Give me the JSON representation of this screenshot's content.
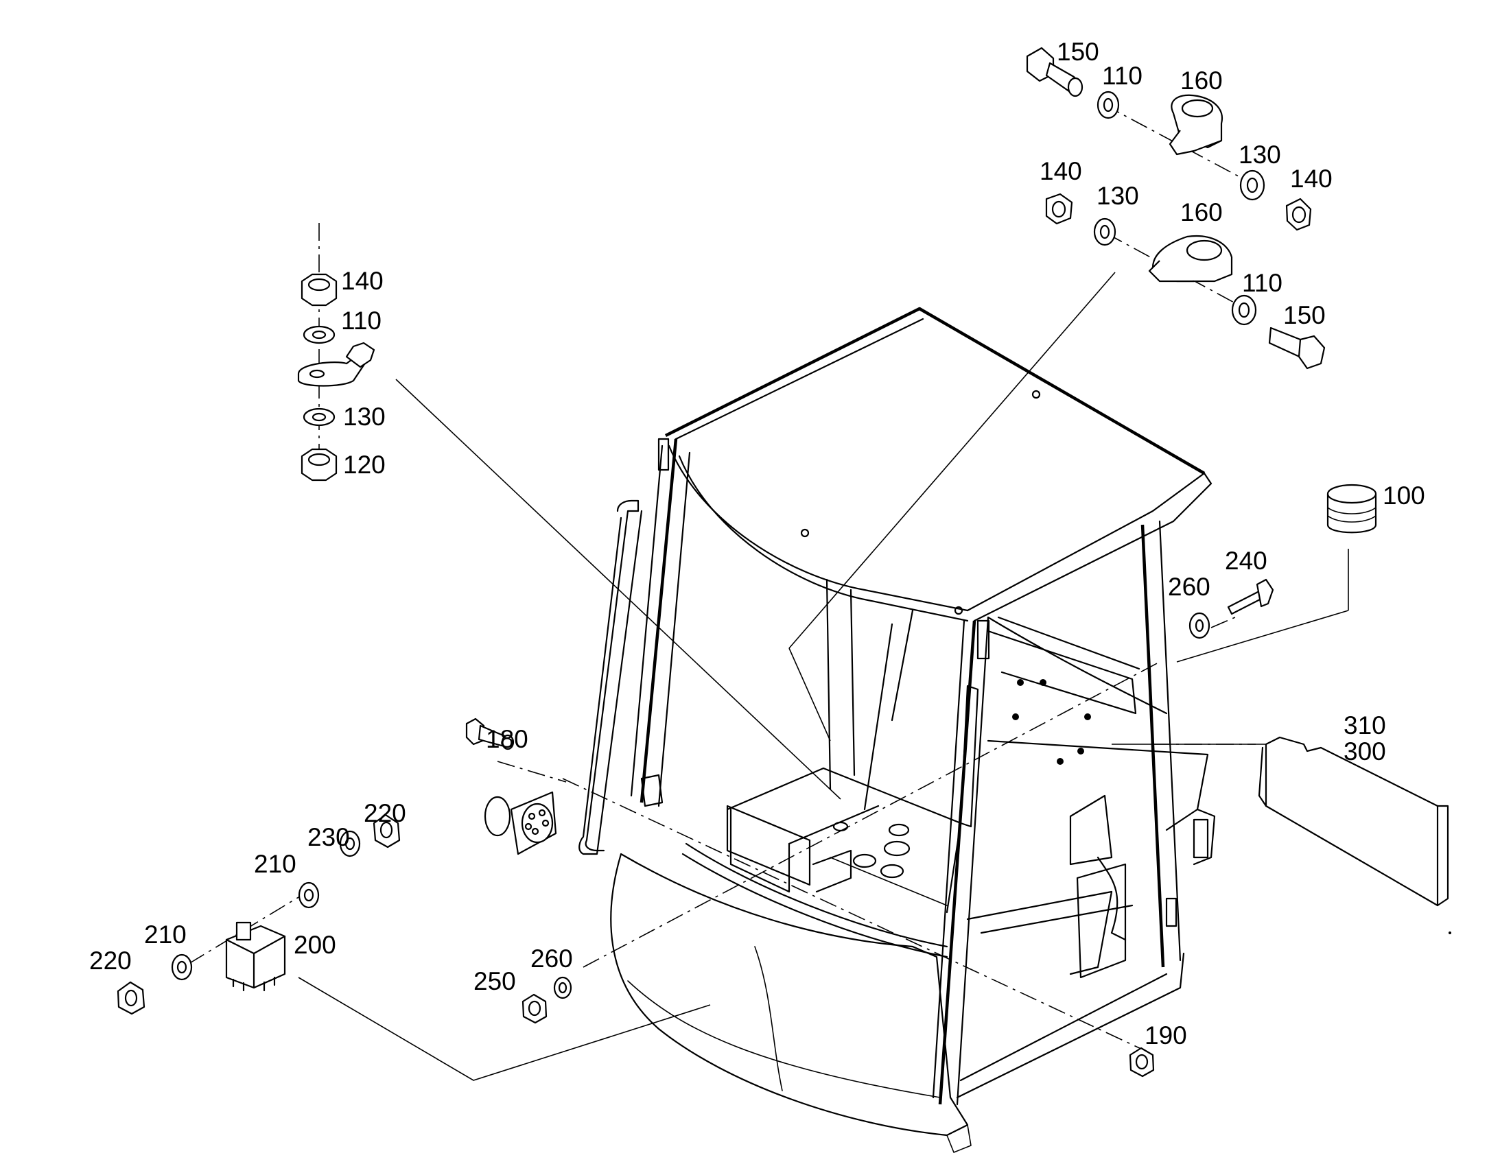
{
  "diagram": {
    "callouts": {
      "c100": "100",
      "c110a": "110",
      "c110b": "110",
      "c110c": "110",
      "c120": "120",
      "c130a": "130",
      "c130b": "130",
      "c130c": "130",
      "c140a": "140",
      "c140b": "140",
      "c140c": "140",
      "c150a": "150",
      "c150b": "150",
      "c160a": "160",
      "c160b": "160",
      "c180": "180",
      "c190": "190",
      "c200": "200",
      "c210a": "210",
      "c210b": "210",
      "c220a": "220",
      "c220b": "220",
      "c230": "230",
      "c240": "240",
      "c250": "250",
      "c260a": "260",
      "c260b": "260",
      "c300": "300",
      "c310": "310"
    }
  }
}
